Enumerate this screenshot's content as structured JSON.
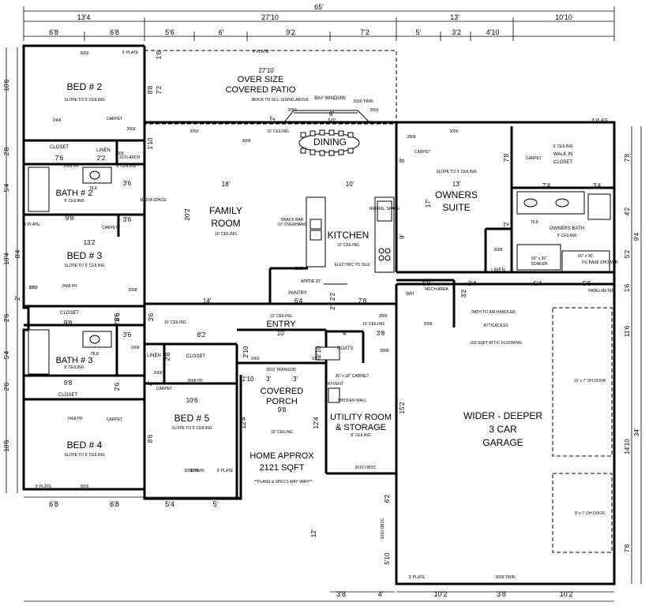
{
  "dimensions": {
    "overall_width": "65'",
    "top_segments": [
      "13'4",
      "27'10",
      "13'",
      "10'10"
    ],
    "top_sub": [
      "6'8",
      "6'8",
      "5'6",
      "6'",
      "9'2",
      "7'2",
      "5'",
      "3'2",
      "4'10"
    ],
    "left_side": [
      "10'6",
      "2'8",
      "5'4",
      "10'4",
      "8'4",
      "2'",
      "2'6",
      "5'4",
      "2'6",
      "10'6"
    ],
    "right_side": [
      "7'8",
      "4'2",
      "9'4",
      "5'2",
      "1'6",
      "11'6",
      "34'",
      "14'10",
      "7'8"
    ],
    "bottom_segments": [
      "6'8",
      "6'8",
      "5'4",
      "5'",
      "10'2",
      "3'8",
      "10'2",
      "3'8",
      "4'"
    ],
    "patio_width": "27'10",
    "family_room_width": "18'",
    "kitchen_width": "10'",
    "family_room_depth": "20'2",
    "family_bottom": "14'",
    "owners_suite_width": "13'",
    "owners_suite_depth": "17'",
    "entry_width": "10'",
    "coats_width": "4'",
    "porch_width": "9'8",
    "bed5_width": "10'6",
    "bed5_depth": "8'6",
    "bed2_closet": "7'6",
    "bath2_width": "9'8",
    "bed3_width": "13'2",
    "bed3_closet": "9'8",
    "bath3_width": "9'8",
    "pantry_width": "6'4",
    "kitchen_bottom": "7'8",
    "hall_width": "8'2",
    "garage_depth": "15'2",
    "wic_split": [
      "7'4",
      "3'4"
    ],
    "owners_bath_split": [
      "3'4",
      "5'4",
      "5'6"
    ],
    "misc": [
      "3'6",
      "2'2",
      "3'6",
      "3'6",
      "2'6",
      "2'6",
      "3'6",
      "2'8",
      "2'10",
      "1'10",
      "3'",
      "3'",
      "12'4",
      "12'4",
      "6'2",
      "5'10",
      "12'",
      "3'8",
      "6'8",
      "2'2",
      "3'2",
      "8'",
      "9'",
      "7'2",
      "7'8",
      "1'10",
      "4'",
      "2'6",
      "2'10",
      "2'6",
      "8'8",
      "7'2",
      "1'6",
      "2'",
      "6'",
      "10'",
      "2'"
    ]
  },
  "rooms": {
    "bed2": {
      "name": "BED # 2",
      "ceiling": "SLOPE TO 9' CEILING",
      "closet": "CLOSET",
      "linen": "LINEN",
      "carpet": "CARPET"
    },
    "bath2": {
      "name": "BATH # 2",
      "ceiling": "8' CEILING",
      "tile": "TILE"
    },
    "bed3": {
      "name": "BED # 3",
      "ceiling": "SLOPE TO 9' CEILING",
      "closet": "CLOSET",
      "carpet": "CARPET"
    },
    "bath3": {
      "name": "BATH # 3",
      "ceiling": "8' CEILING",
      "tile": "TILE"
    },
    "bed4": {
      "name": "BED # 4",
      "ceiling": "SLOPE TO 9' CEILING",
      "closet": "CLOSET",
      "carpet": "CARPET"
    },
    "bed5": {
      "name": "BED # 5",
      "ceiling": "SLOPE TO 9' CEILING",
      "carpet": "CARPET"
    },
    "linen3": {
      "name": "LINEN"
    },
    "closet5": {
      "name": "CLOSET"
    },
    "patio": {
      "line1": "OVER SIZE",
      "line2": "COVERED PATIO",
      "note": "BRICK TO SILL-SIDING ABOVE",
      "bay": "BAY WINDOW"
    },
    "dining": {
      "name": "DINING"
    },
    "family": {
      "line1": "FAMILY",
      "line2": "ROOM",
      "ceiling": "10' CEILING",
      "media": "MEDIA SPACE"
    },
    "kitchen": {
      "name": "KITCHEN",
      "ceiling": "10' CEILING",
      "snack": "SNACK BAR",
      "overhang": "10\" OVERHANG",
      "refrig": "REFRIG. SPACE",
      "electric": "ELECTRIC TO ISLE",
      "appdr": "APPDR 20\""
    },
    "pantry": {
      "name": "PANTRY"
    },
    "owners": {
      "line1": "OWNERS",
      "line2": "SUITE",
      "ceiling": "SLOPE TO 9' CEILING",
      "carpet": "CARPET"
    },
    "wic": {
      "line1": "WALK IN",
      "line2": "CLOSET",
      "ceiling": "9' CEILING",
      "carpet": "CARPET"
    },
    "owners_bath": {
      "name": "OWNERS BATH",
      "ceiling": "9' CEILING",
      "tile": "TILE",
      "soaker": "SOAKER",
      "soaker_size": "60\" x 36\"",
      "shower_size": "60\" x 36\"",
      "shower": "FG BASE SHOWER",
      "linen": "LINEN"
    },
    "entry": {
      "name": "ENTRY",
      "ceiling": "10' CEILING"
    },
    "coats": {
      "name": "COATS"
    },
    "porch": {
      "line1": "COVERED",
      "line2": "PORCH",
      "ceiling": "10' CEILING"
    },
    "utility": {
      "line1": "UTILITY ROOM",
      "line2": "& STORAGE",
      "ceiling": "8' CEILING",
      "thicken": "THICKEN WALL",
      "cabinet": "36\" x 18\" CABINET",
      "dryvent": "DRYVENT"
    },
    "mech": {
      "name": "MECH AREA",
      "wh": "WH"
    },
    "garage": {
      "line1": "WIDER - DEEPER",
      "line2": "3 CAR",
      "line3": "GARAGE",
      "attic": "ATTICACESS",
      "path": "PATH TO AIR HANDLER",
      "flooring": "100 SQFT ATTIC FLOORING",
      "door1": "16' x 7' OH DOOR",
      "door2": "8' x 7' OH DOOR",
      "panel": "PANELMETER"
    }
  },
  "notes": {
    "approx": "HOME APPROX",
    "sqft": "2121 SQFT",
    "disclaimer": "**PLANS & SPECS MAY VARY**",
    "ceiling_10": "10' CEILING",
    "ceiling_8": "8' CEILING",
    "plate_9": "9' PLATE",
    "plate_8": "8' PLATE"
  },
  "window_codes": [
    "3050",
    "3050",
    "2050",
    "2050",
    "3050",
    "3050 TWIN",
    "3056",
    "2068",
    "3068",
    "2868",
    "2868",
    "2868",
    "2668",
    "2668",
    "2468",
    "2468 PR",
    "2468 PR",
    "2068",
    "2068 PR",
    "2068",
    "1668",
    "1668",
    "3010 OBSC",
    "3010 OBSC",
    "3010 TRANSOM",
    "1060",
    "1060",
    "3656",
    "3656 TWIN",
    "2050 TWIN",
    "3070 ARCH",
    "2668 PR",
    "3056",
    "3050",
    "2668"
  ],
  "colors": {
    "lines": "#000000",
    "background": "#ffffff"
  }
}
